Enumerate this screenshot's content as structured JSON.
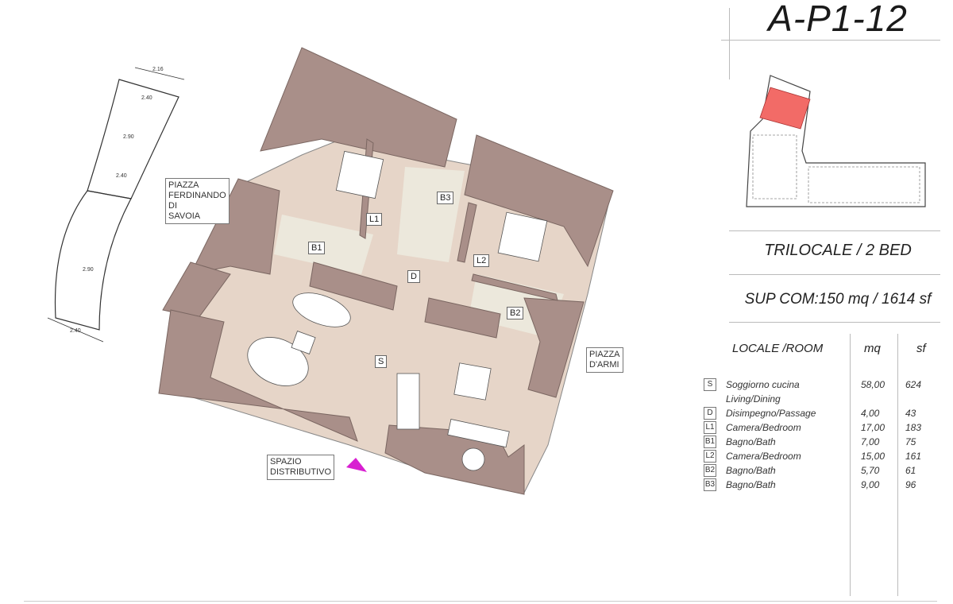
{
  "unit_code": "A-P1-12",
  "unit_type": "TRILOCALE / 2 BED",
  "surface": "SUP COM:150 mq / 1614 sf",
  "table": {
    "headers": [
      "LOCALE /ROOM",
      "mq",
      "sf"
    ],
    "rows": [
      {
        "code": "S",
        "name": "Soggiorno cucina",
        "mq": "58,00",
        "sf": "624"
      },
      {
        "code": "",
        "name": "Living/Dining",
        "mq": "",
        "sf": ""
      },
      {
        "code": "D",
        "name": "Disimpegno/Passage",
        "mq": "4,00",
        "sf": "43"
      },
      {
        "code": "L1",
        "name": "Camera/Bedroom",
        "mq": "17,00",
        "sf": "183"
      },
      {
        "code": "B1",
        "name": "Bagno/Bath",
        "mq": "7,00",
        "sf": "75"
      },
      {
        "code": "L2",
        "name": "Camera/Bedroom",
        "mq": "15,00",
        "sf": "161"
      },
      {
        "code": "B2",
        "name": "Bagno/Bath",
        "mq": "5,70",
        "sf": "61"
      },
      {
        "code": "B3",
        "name": "Bagno/Bath",
        "mq": "9,00",
        "sf": "96"
      }
    ]
  },
  "plan_labels": {
    "piazza_ferdinando": [
      "PIAZZA",
      "FERDINANDO",
      "DI",
      "SAVOIA"
    ],
    "piazza_darmi": [
      "PIAZZA",
      "D'ARMI"
    ],
    "spazio": [
      "SPAZIO",
      "DISTRIBUTIVO"
    ]
  },
  "rooms": [
    "L1",
    "B3",
    "B1",
    "D",
    "L2",
    "B2",
    "S"
  ],
  "dimensions": [
    "2.16",
    "2.40",
    "2.90",
    "2.40",
    "2.90",
    "2.40"
  ],
  "colors": {
    "wall": "#a98f89",
    "floor": "#e6d5c8",
    "bath": "#ece8dc",
    "highlight": "#f26b67",
    "entrance_marker": "#d81fd1"
  }
}
